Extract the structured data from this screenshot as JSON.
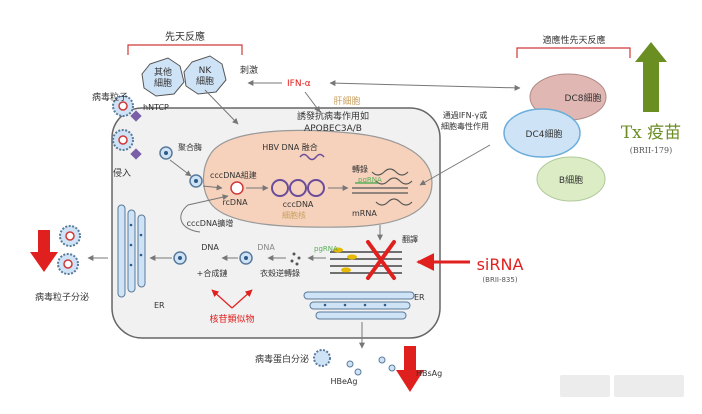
{
  "innate": {
    "title": "先天反應",
    "other_cells": "其他\n細胞",
    "nk_cells": "NK\n細胞",
    "stimulate": "刺激"
  },
  "adaptive": {
    "title": "適應性先天反應",
    "dc8": "DC8細胞",
    "dc4": "DC4細胞",
    "b_cell": "B細胞"
  },
  "ifn": "IFN-α",
  "vaccine": {
    "title": "Tx 疫苗",
    "code": "(BRII-179)"
  },
  "liver_cell": "肝細胞",
  "virion": "病毒粒子",
  "ntcp": "hNTCP",
  "entry": "侵入",
  "polymerase": "聚合酶",
  "antiviral": {
    "line1": "誘發抗病毒作用如",
    "line2": "APOBEC3A/B"
  },
  "via_ifn": {
    "line1": "通過IFN-γ或",
    "line2": "細胞毒性作用"
  },
  "nucleus": {
    "integration": "HBV DNA 融合",
    "label": "細胞核",
    "cccdna_build": "cccDNA組建",
    "rcdna": "rcDNA",
    "cccdna": "cccDNA",
    "transcription": "轉錄",
    "pgrna": "pgRNA",
    "mrna": "mRNA"
  },
  "amplification": "cccDNA擴增",
  "dna1": "DNA",
  "dna2": "DNA",
  "plus_strand": "+合成鏈",
  "reverse_transcription": "衣殼逆轉錄",
  "pgrna2": "pgRNA",
  "translation": "翻譯",
  "sirna": {
    "label": "siRNA",
    "code": "(BRII-835)"
  },
  "er1": "ER",
  "er2": "ER",
  "nucleoside": "核苷類似物",
  "virion_secretion": "病毒粒子分泌",
  "protein_secretion": "病毒蛋白分泌",
  "hbeag": "HBeAg",
  "hbsag": "HBsAg",
  "colors": {
    "red": "#e0201e",
    "green": "#6b8e23",
    "blue_cell": "#cfe3f7",
    "nucleus": "#f6d2bc"
  }
}
